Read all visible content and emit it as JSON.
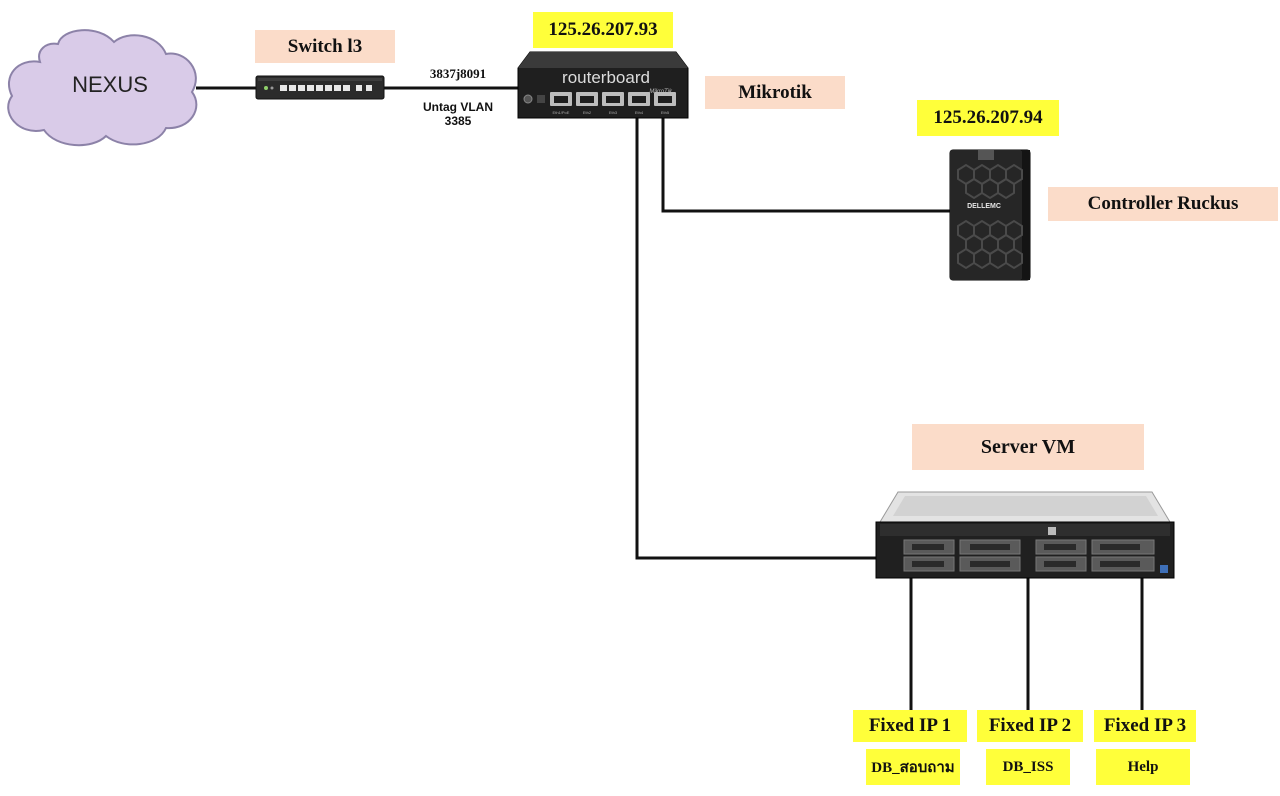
{
  "nodes": {
    "nexus": {
      "label": "NEXUS"
    },
    "switch": {
      "label": "Switch  l3"
    },
    "mikrotik": {
      "label": "Mikrotik",
      "ip": "125.26.207.93",
      "brand": "routerboard",
      "sub_brand": "MikroTik",
      "ports": [
        "Eth1/PoE",
        "Eth2",
        "Eth3",
        "Eth4",
        "Eth5"
      ]
    },
    "controller": {
      "label": "Controller Ruckus",
      "ip": "125.26.207.94",
      "brand": "DELLEMC"
    },
    "server": {
      "label": "Server VM"
    }
  },
  "link_labels": {
    "trunk_id": "3837j8091",
    "vlan_line1": "Untag VLAN",
    "vlan_line2": "3385"
  },
  "fixed_ips": [
    {
      "label": "Fixed IP 1",
      "desc": "DB_สอบถาม"
    },
    {
      "label": "Fixed IP 2",
      "desc": "DB_ISS"
    },
    {
      "label": "Fixed IP 3",
      "desc": "Help"
    }
  ],
  "colors": {
    "cloud_fill": "#d9cbe8",
    "cloud_stroke": "#8c82a8",
    "label_peach": "#fbdcc9",
    "label_yellow": "#ffff3a",
    "line": "#111111"
  }
}
